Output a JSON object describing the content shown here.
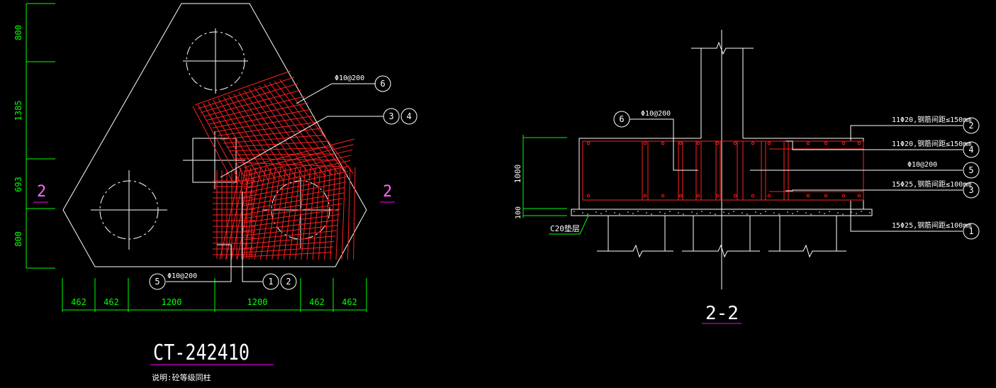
{
  "plan": {
    "title": "CT-242410",
    "note": "说明:砼等级同柱",
    "section_mark": "2",
    "dims_left": [
      "800",
      "1385",
      "693",
      "800"
    ],
    "dims_bottom": [
      "462",
      "462",
      "1200",
      "1200",
      "462",
      "462"
    ],
    "callouts": [
      {
        "label": "Φ10@200",
        "tags": [
          "6"
        ]
      },
      {
        "label": "",
        "tags": [
          "3",
          "4"
        ]
      },
      {
        "label": "Φ10@200",
        "tags": [
          "5"
        ]
      },
      {
        "label": "",
        "tags": [
          "1",
          "2"
        ]
      }
    ]
  },
  "section": {
    "title": "2-2",
    "dims_left": [
      "1000",
      "100"
    ],
    "cushion_label": "C20垫层",
    "tag6_label": "Φ10@200",
    "tag6": "6",
    "rebars": [
      {
        "tag": "2",
        "label": "11Φ20,钢筋间距≤150mm"
      },
      {
        "tag": "4",
        "label": "11Φ20,钢筋间距≤150mm"
      },
      {
        "tag": "5",
        "label": "Φ10@200"
      },
      {
        "tag": "3",
        "label": "15Φ25,钢筋间距≤100mm"
      },
      {
        "tag": "1",
        "label": "15Φ25,钢筋间距≤100mm"
      }
    ]
  },
  "colors": {
    "background": "#000000",
    "line": "#ffffff",
    "dimension": "#00ff00",
    "rebar": "#ff2020",
    "section_mark": "#ff00ff"
  }
}
